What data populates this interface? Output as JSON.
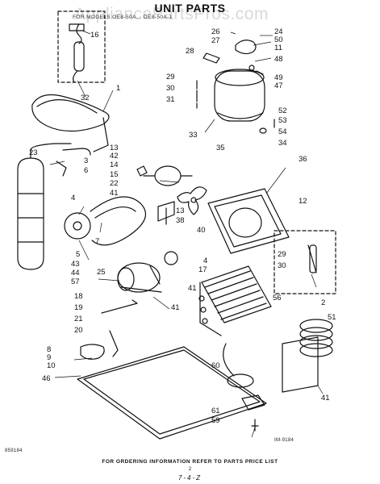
{
  "title": "UNIT PARTS",
  "subtitle": "FOR MODELS OE8-50A... OE8-50A-1",
  "watermark": "AppliancePartsPros.com",
  "drawing_code": "IM-9184",
  "left_code": "859184",
  "footer": "FOR ORDERING INFORMATION REFER TO PARTS PRICE LIST",
  "page_number": "2",
  "page_mark": "7-4-Z",
  "callouts": [
    "16",
    "1",
    "32",
    "26",
    "27",
    "28",
    "24",
    "50",
    "11",
    "48",
    "49",
    "47",
    "29",
    "30",
    "31",
    "33",
    "52",
    "53",
    "54",
    "34",
    "23",
    "13",
    "42",
    "14",
    "15",
    "3",
    "6",
    "35",
    "36",
    "22",
    "41",
    "4",
    "7",
    "13",
    "38",
    "40",
    "12",
    "5",
    "43",
    "44",
    "25",
    "57",
    "17",
    "4",
    "29",
    "30",
    "18",
    "19",
    "41",
    "41",
    "56",
    "2",
    "21",
    "20",
    "8",
    "9",
    "10",
    "46",
    "60",
    "51",
    "61",
    "59",
    "41"
  ]
}
